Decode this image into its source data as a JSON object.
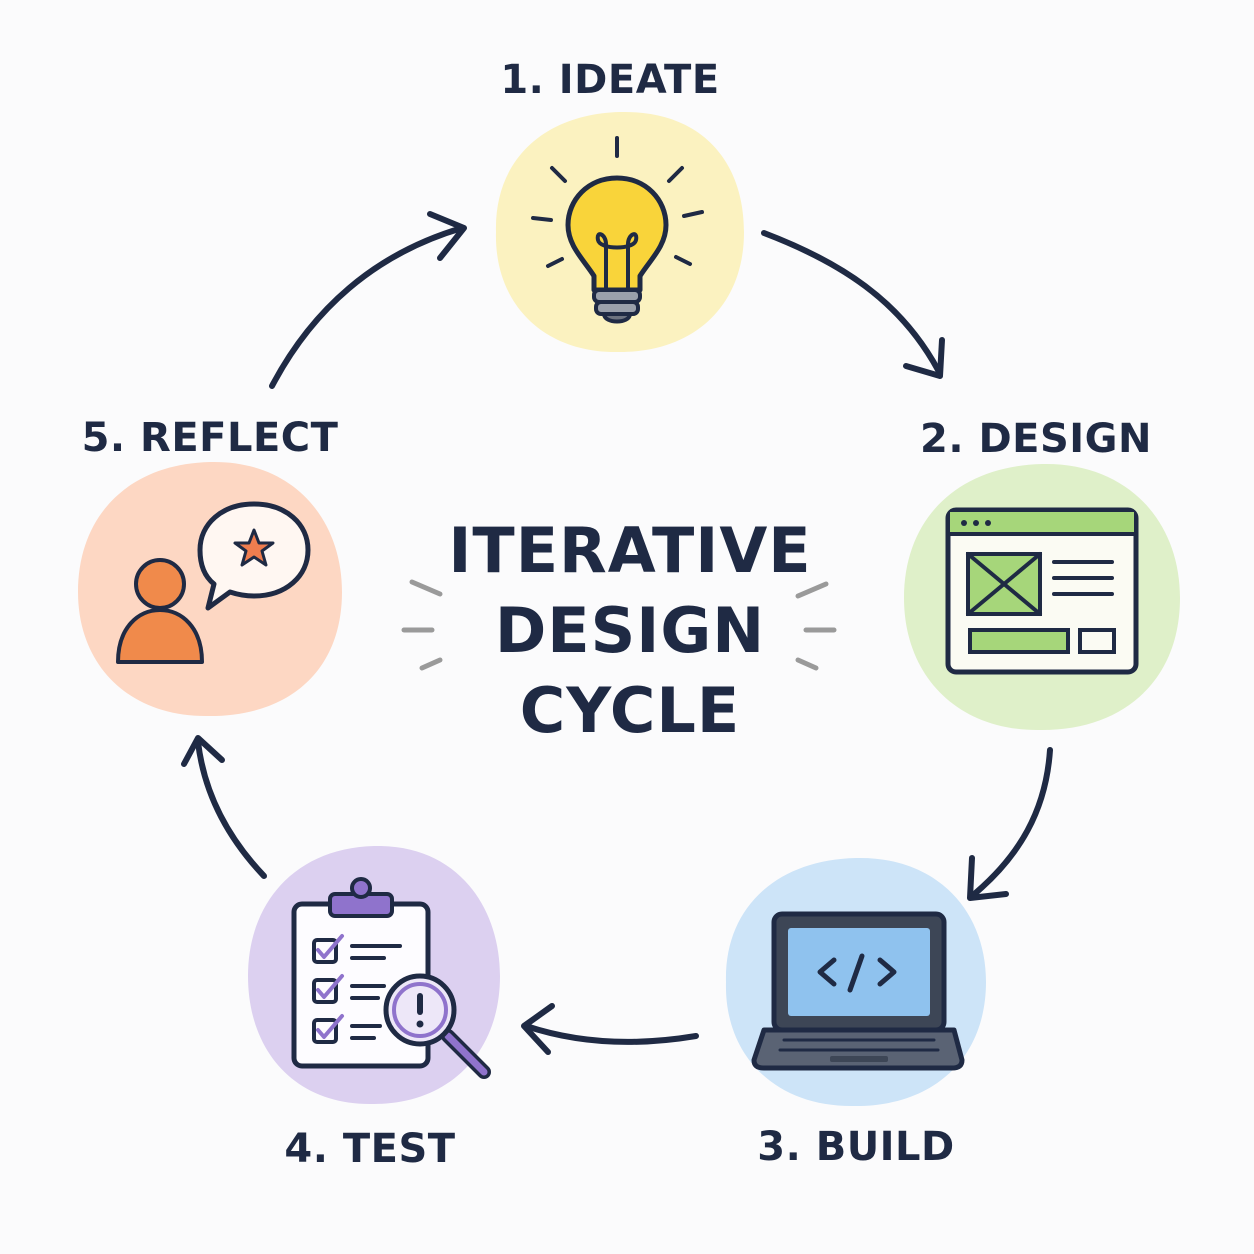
{
  "title": {
    "lines": [
      "ITERATIVE",
      "DESIGN",
      "CYCLE"
    ]
  },
  "stages": [
    {
      "label": "1. IDEATE",
      "icon": "lightbulb-icon",
      "color": "#fbf2c0"
    },
    {
      "label": "2. DESIGN",
      "icon": "wireframe-window-icon",
      "color": "#dff0c9"
    },
    {
      "label": "3. BUILD",
      "icon": "laptop-code-icon",
      "color": "#cde4f8"
    },
    {
      "label": "4. TEST",
      "icon": "clipboard-checklist-icon",
      "color": "#dcd0f0"
    },
    {
      "label": "5. REFLECT",
      "icon": "person-feedback-icon",
      "color": "#fdd7c3"
    }
  ],
  "colors": {
    "ink": "#1f2a44",
    "bulb": "#f9d43a",
    "design_accent": "#a6d67a",
    "laptop_screen": "#8fc2ee",
    "clipboard_clip": "#8f73cc",
    "person": "#f08a4b",
    "star": "#ef7d4f"
  }
}
